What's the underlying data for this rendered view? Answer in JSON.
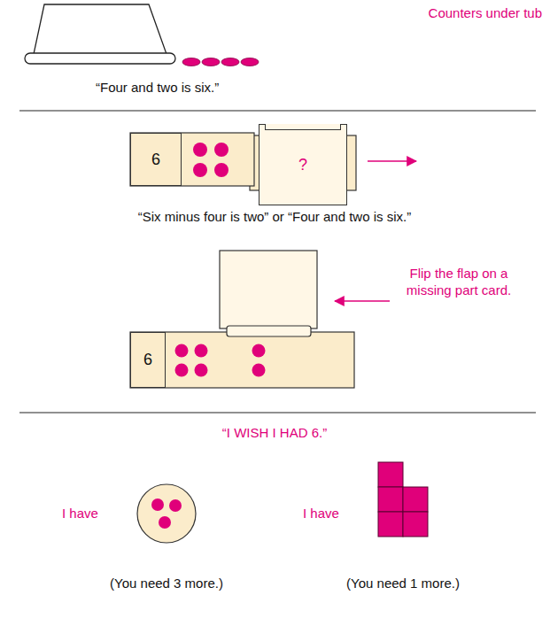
{
  "diagram": {
    "nodes": [
      {
        "text": [
          "6"
        ]
      },
      {
        "text": [
          "?"
        ]
      },
      {
        "text": [
          "6"
        ]
      }
    ],
    "labels": [
      "Counters under tub",
      "“Four and two is six.”",
      "“Six minus four is two” or “Four and two is six.”",
      "Flip the flap on a missing part card.",
      "“I WISH I HAD 6.”",
      "I have",
      "(You need 3 more.)",
      "I have",
      "(You need 1 more.)"
    ]
  }
}
